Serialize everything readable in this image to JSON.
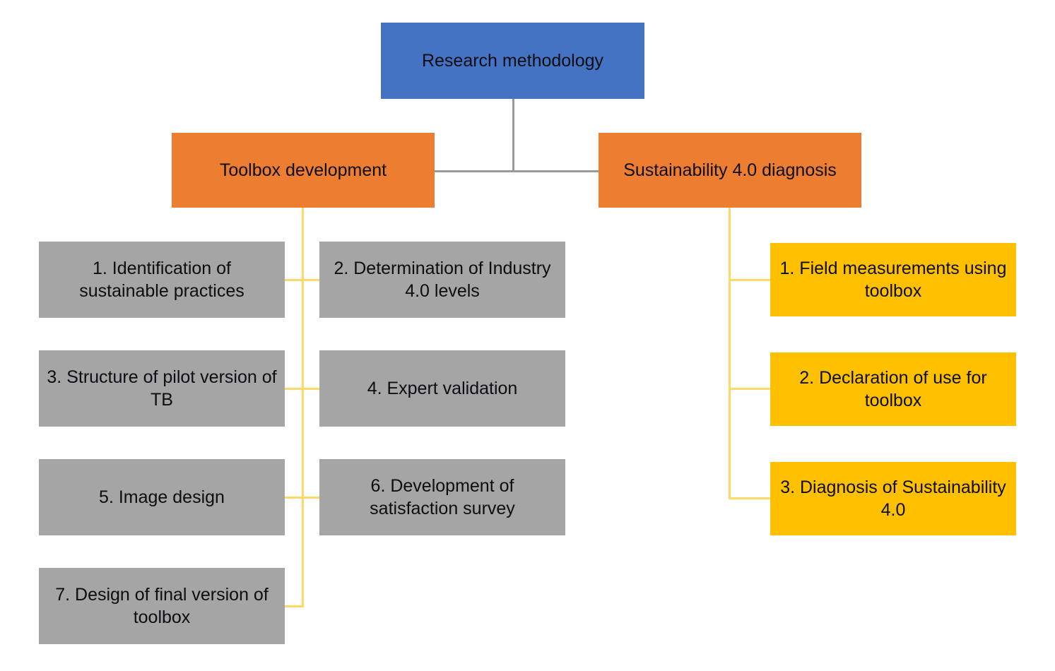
{
  "diagram": {
    "title": "Research methodology",
    "colors": {
      "root": "#4573C4",
      "branch": "#ED7D31",
      "step": "#A5A5A5",
      "result": "#FFC000",
      "connector_gray": "#9A9A9A",
      "connector_yellow": "#FFD966",
      "background": "#FFFFFF",
      "text": "#0D0D12"
    },
    "root": {
      "label": "Research methodology"
    },
    "branches": [
      {
        "label": "Toolbox development"
      },
      {
        "label": "Sustainability 4.0 diagnosis"
      }
    ],
    "toolbox_steps": [
      {
        "label": "1. Identification of sustainable practices"
      },
      {
        "label": "2. Determination of Industry 4.0 levels"
      },
      {
        "label": "3. Structure of pilot version of TB"
      },
      {
        "label": "4. Expert validation"
      },
      {
        "label": "5. Image design"
      },
      {
        "label": "6. Development of satisfaction survey"
      },
      {
        "label": "7. Design of final version of toolbox"
      }
    ],
    "diagnosis_steps": [
      {
        "label": "1. Field measurements using toolbox"
      },
      {
        "label": "2. Declaration of use for toolbox"
      },
      {
        "label": "3. Diagnosis of Sustainability 4.0"
      }
    ]
  }
}
